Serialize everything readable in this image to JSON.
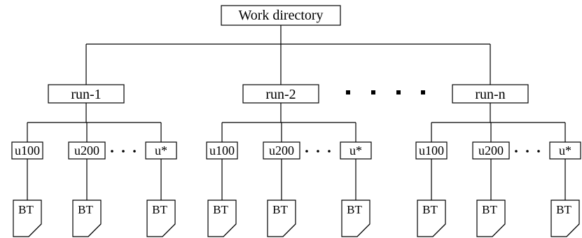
{
  "root": {
    "label": "Work directory"
  },
  "runs": [
    {
      "label": "run-1",
      "users": [
        {
          "label": "u100",
          "file": "BT"
        },
        {
          "label": "u200",
          "file": "BT"
        },
        {
          "label": "u*",
          "file": "BT"
        }
      ]
    },
    {
      "label": "run-2",
      "users": [
        {
          "label": "u100",
          "file": "BT"
        },
        {
          "label": "u200",
          "file": "BT"
        },
        {
          "label": "u*",
          "file": "BT"
        }
      ]
    },
    {
      "label": "run-n",
      "users": [
        {
          "label": "u100",
          "file": "BT"
        },
        {
          "label": "u200",
          "file": "BT"
        },
        {
          "label": "u*",
          "file": "BT"
        }
      ]
    }
  ]
}
